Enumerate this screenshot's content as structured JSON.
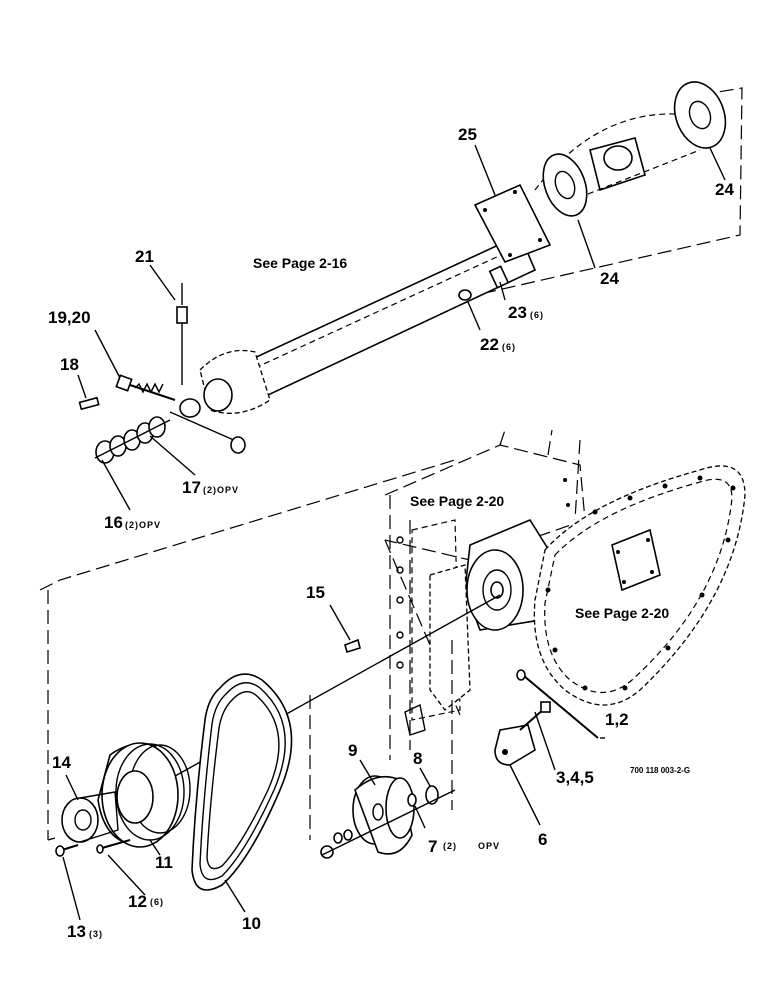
{
  "references": {
    "page_216": "See Page 2-16",
    "page_220_top": "See Page 2-20",
    "page_220_right": "See Page 2-20"
  },
  "drawing_code": "700 118 003-2-G",
  "callouts": {
    "c21": "21",
    "c19_20": "19,20",
    "c18": "18",
    "c17": "17",
    "c17_qty": "(2)OPV",
    "c16": "16",
    "c16_qty": "(2)OPV",
    "c25": "25",
    "c24a": "24",
    "c24b": "24",
    "c23": "23",
    "c23_qty": "(6)",
    "c22": "22",
    "c22_qty": "(6)",
    "c15": "15",
    "c14": "14",
    "c11": "11",
    "c12": "12",
    "c12_qty": "(6)",
    "c13": "13",
    "c13_qty": "(3)",
    "c10": "10",
    "c9": "9",
    "c8": "8",
    "c7": "7",
    "c7_qty": "(2)",
    "c7_opv": "OPV",
    "c6": "6",
    "c1_2": "1,2",
    "c3_4_5": "3,4,5"
  }
}
